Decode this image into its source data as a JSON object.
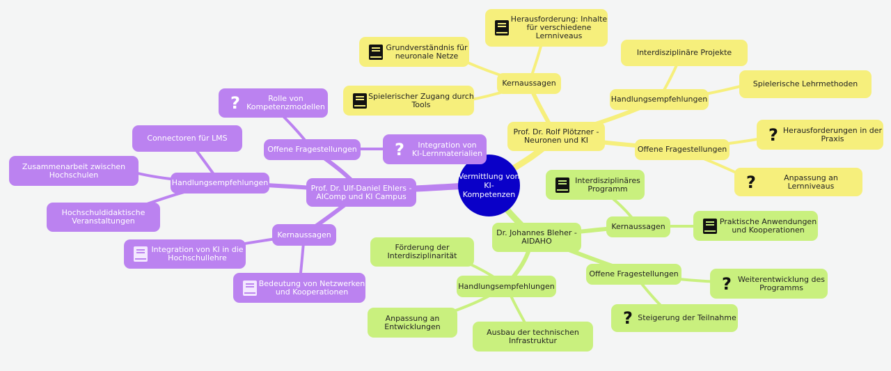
{
  "central": {
    "label": "Vermittlung von\nKI-Kompetenzen"
  },
  "branches": {
    "ploetzner": {
      "label": "Prof. Dr. Rolf Plötzner -\nNeuronen und KI",
      "kernaussagen": {
        "label": "Kernaussagen",
        "items": [
          "Herausforderung: Inhalte\nfür verschiedene\nLernniveaus",
          "Grundverständnis für\nneuronale Netze",
          "Spielerischer Zugang durch\nTools"
        ]
      },
      "handlungsempfehlungen": {
        "label": "Handlungsempfehlungen",
        "items": [
          "Interdisziplinäre Projekte",
          "Spielerische Lehrmethoden"
        ]
      },
      "offene_fragestellungen": {
        "label": "Offene Fragestellungen",
        "items": [
          "Herausforderungen in der\nPraxis",
          "Anpassung an Lernniveaus"
        ]
      }
    },
    "bleher": {
      "label": "Dr. Johannes Bleher -\nAIDAHO",
      "kernaussagen": {
        "label": "Kernaussagen",
        "items": [
          "Interdisziplinäres\nProgramm",
          "Praktische Anwendungen\nund Kooperationen"
        ]
      },
      "handlungsempfehlungen": {
        "label": "Handlungsempfehlungen",
        "items": [
          "Förderung der\nInterdisziplinarität",
          "Anpassung an\nEntwicklungen",
          "Ausbau der technischen\nInfrastruktur"
        ]
      },
      "offene_fragestellungen": {
        "label": "Offene Fragestellungen",
        "items": [
          "Weiterentwicklung des\nProgramms",
          "Steigerung der Teilnahme"
        ]
      }
    },
    "ehlers": {
      "label": "Prof. Dr. Ulf-Daniel Ehlers -\nAIComp und KI Campus",
      "offene_fragestellungen": {
        "label": "Offene Fragestellungen",
        "items": [
          "Rolle von\nKompetenzmodellen",
          "Integration von\nKI-Lernmaterialien"
        ]
      },
      "handlungsempfehlungen": {
        "label": "Handlungsempfehlungen",
        "items": [
          "Connectoren für LMS",
          "Zusammenarbeit zwischen\nHochschulen",
          "Hochschuldidaktische\nVeranstaltungen"
        ]
      },
      "kernaussagen": {
        "label": "Kernaussagen",
        "items": [
          "Integration von KI in die\nHochschullehre",
          "Bedeutung von Netzwerken\nund Kooperationen"
        ]
      }
    }
  },
  "colors": {
    "yellow": "#f6ef7c",
    "green": "#c9f07e",
    "purple": "#bb82f0",
    "central": "#0a00c8"
  },
  "icons": {
    "kernaussagen": "book-icon",
    "offene_fragestellungen": "question-mark-icon"
  }
}
